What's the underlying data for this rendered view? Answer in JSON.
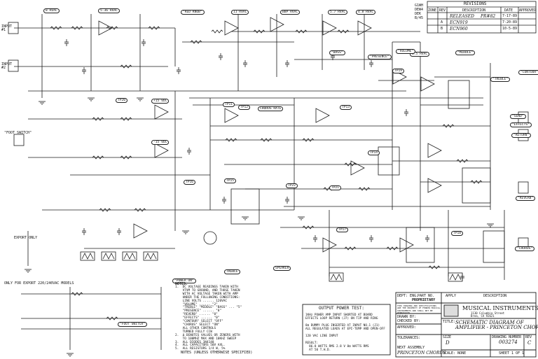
{
  "sheet_codes": [
    "G1WH",
    "DEW4",
    "DEK",
    "B/45"
  ],
  "revisions": {
    "title": "REVISIONS",
    "headers": [
      "ZONE",
      "REV",
      "DESCRIPTION",
      "DATE",
      "APPROVED"
    ],
    "rows": [
      {
        "rev": "",
        "desc": "RELEASED",
        "who": "PR#82",
        "date": "7-17-89"
      },
      {
        "rev": "A",
        "desc": "ECN919",
        "who": "",
        "date": "7-20-89"
      },
      {
        "rev": "B",
        "desc": "ECN960",
        "who": "",
        "date": "10-5-89"
      }
    ]
  },
  "jacks_left": {
    "input1": "INPUT\n#1",
    "input2": "INPUT\n#2",
    "foot_switch": "\"FOOT SWITCH\""
  },
  "stage_labels": [
    {
      "id": "v1",
      "text": "8 RVAC"
    },
    {
      "id": "v2",
      "text": "5.36 RVAC"
    },
    {
      "id": "v3",
      "text": "\"RED KNOB\""
    },
    {
      "id": "v4",
      "text": "11 RVAC"
    },
    {
      "id": "v5",
      "text": "BBP RVAC"
    },
    {
      "id": "v6",
      "text": "5.7 RVAC"
    },
    {
      "id": "v7",
      "text": "4.8 RVAC"
    },
    {
      "id": "v8",
      "text": "3.5 RVAC"
    },
    {
      "id": "v9",
      "text": "\"VOLUME\""
    },
    {
      "id": "v10",
      "text": "\"PRESENCE\""
    },
    {
      "id": "v11",
      "text": "\"BASS\""
    },
    {
      "id": "v12",
      "text": "\"MIDDLE\""
    },
    {
      "id": "v13",
      "text": "\"TREBLE\""
    },
    {
      "id": "v14",
      "text": "\"CONTOUR\""
    },
    {
      "id": "v15",
      "text": "\"RETURN\""
    },
    {
      "id": "v16",
      "text": "\"SEND\""
    },
    {
      "id": "v17",
      "text": "\"EFFECTS\""
    },
    {
      "id": "v18",
      "text": "\"REVERB\""
    },
    {
      "id": "v19",
      "text": "\"CHORUS\""
    },
    {
      "id": "v20",
      "text": "+15 VDC"
    },
    {
      "id": "v21",
      "text": "-15 VDC"
    },
    {
      "id": "v22",
      "text": "TP11"
    },
    {
      "id": "v23",
      "text": "TP12"
    },
    {
      "id": "v24",
      "text": "TP13"
    },
    {
      "id": "v25",
      "text": "TP14"
    },
    {
      "id": "v26",
      "text": "TP15"
    },
    {
      "id": "v27",
      "text": "TP16"
    },
    {
      "id": "v28",
      "text": "TP17"
    },
    {
      "id": "v29",
      "text": "TP18"
    },
    {
      "id": "v30",
      "text": "TP19"
    },
    {
      "id": "v31",
      "text": "CHORUS RATE"
    },
    {
      "id": "v32",
      "text": "SPEAKER"
    },
    {
      "id": "v33",
      "text": "TREBLE"
    },
    {
      "id": "v34",
      "text": "TP20"
    },
    {
      "id": "v35",
      "text": "TP21"
    },
    {
      "id": "v36",
      "text": "TP22"
    },
    {
      "id": "v37",
      "text": "\"POWER ON\""
    },
    {
      "id": "v38",
      "text": "\"FOOT SWITCH\""
    }
  ],
  "notes": {
    "title": "NOTES:",
    "items": [
      "1.  DC VOLTAGE READINGS TAKEN WITH",
      "    VTVM TO GROUND, AND THOSE TAKEN",
      "    WITH AC VOLTAGE TAKEN WITH AMP",
      "    UNDER THE FOLLOWING CONDITIONS:",
      "    LINE VOLTS ...... 120VAC",
      "    \"VOLUME\" ...... \"2\"",
      "    \"TREBLE\" \"MIDDLE\" \"BASS\" ... \"5\"",
      "    \"PRESENCE\" ...... \"0\"",
      "    \"REVERB\" ...... \"0\"",
      "    \"EFFECTS\" ...... \"0\"",
      "    \"CONTOUR\" SELECT \"OFF\"",
      "    \"CHORUS\" SELECT \"ON\"",
      "    ALL OTHER CONTROLS",
      "    TURNED FULLY CCW",
      "2.  Δ DENOTES VALUES OR ZENERS WITH",
      "    TO 100MHZ MAX AND 10KHZ SWEEP",
      "3.  ALL DIODES 1N4148",
      "4.  ALL CAPACITORS 50V AXL.",
      "5.  ALL RESISTORS 1/4 W, 5%"
    ],
    "footer": "NOTES (UNLESS OTHERWISE SPECIFIED)"
  },
  "power_test": {
    "title": "OUTPUT POWER TEST:",
    "lines": [
      "1KHz POWER AMP INPUT SHORTED AT BOARD",
      "EFFECTS LOOP RETURN (J7) ON TIP AND RING",
      "",
      "8Ω DUMMY PLUG INSERTED AT INPUT NO.1 (J1)",
      "ALL REGULATED LOADS AT EPI-TEMP AND OPEN-OFF",
      "",
      "120 VAC LINE INPUT",
      "",
      "RESULT:",
      "  86.8 WATTS RMS 2.8 V 8Ω WATTS RMS",
      "  AT 50 T.H.D."
    ]
  },
  "title_block": {
    "proprietary": "PROPRIETARY",
    "prop_text": "THIS DRAWING AND SPECIFICATIONS ARE THE PROPERTY OF FENDER MUSICAL INSTRUMENTS AND SHALL NOT BE REPRODUCED",
    "company": "MUSICAL INSTRUMENTS",
    "address": "1130 Columbia Street\nBrea, CA 92621",
    "title_label": "TITLE:",
    "title": "SCHEMATIC DIAGRAM OF\nAMPLIFIER - PRINCETON CHORUS",
    "description_label": "DESCRIPTION",
    "drawing_number_label": "DRAWING NUMBER",
    "drawing_number": "003274",
    "rev_label": "REV",
    "rev": "C",
    "size_label": "SIZE",
    "size": "D",
    "scale": "SCALE: NONE",
    "sheet": "SHEET 1 OF 1",
    "drawn_by": "DRAWN BY:",
    "checked_by": "CHECKED BY:",
    "approved_by": "APPROVED:",
    "tolerances": "TOLERANCES:",
    "next_assy": "NEXT ASSEMBLY",
    "used_on": "PRINCETON CHORUS",
    "dept": "DEPT: ENG.",
    "part": "PART NO.",
    "apply": "APPLY"
  },
  "bottom_note": "ONLY FOR EXPORT 220/240VAC MODELS",
  "export_note": "EXPORT ONLY"
}
